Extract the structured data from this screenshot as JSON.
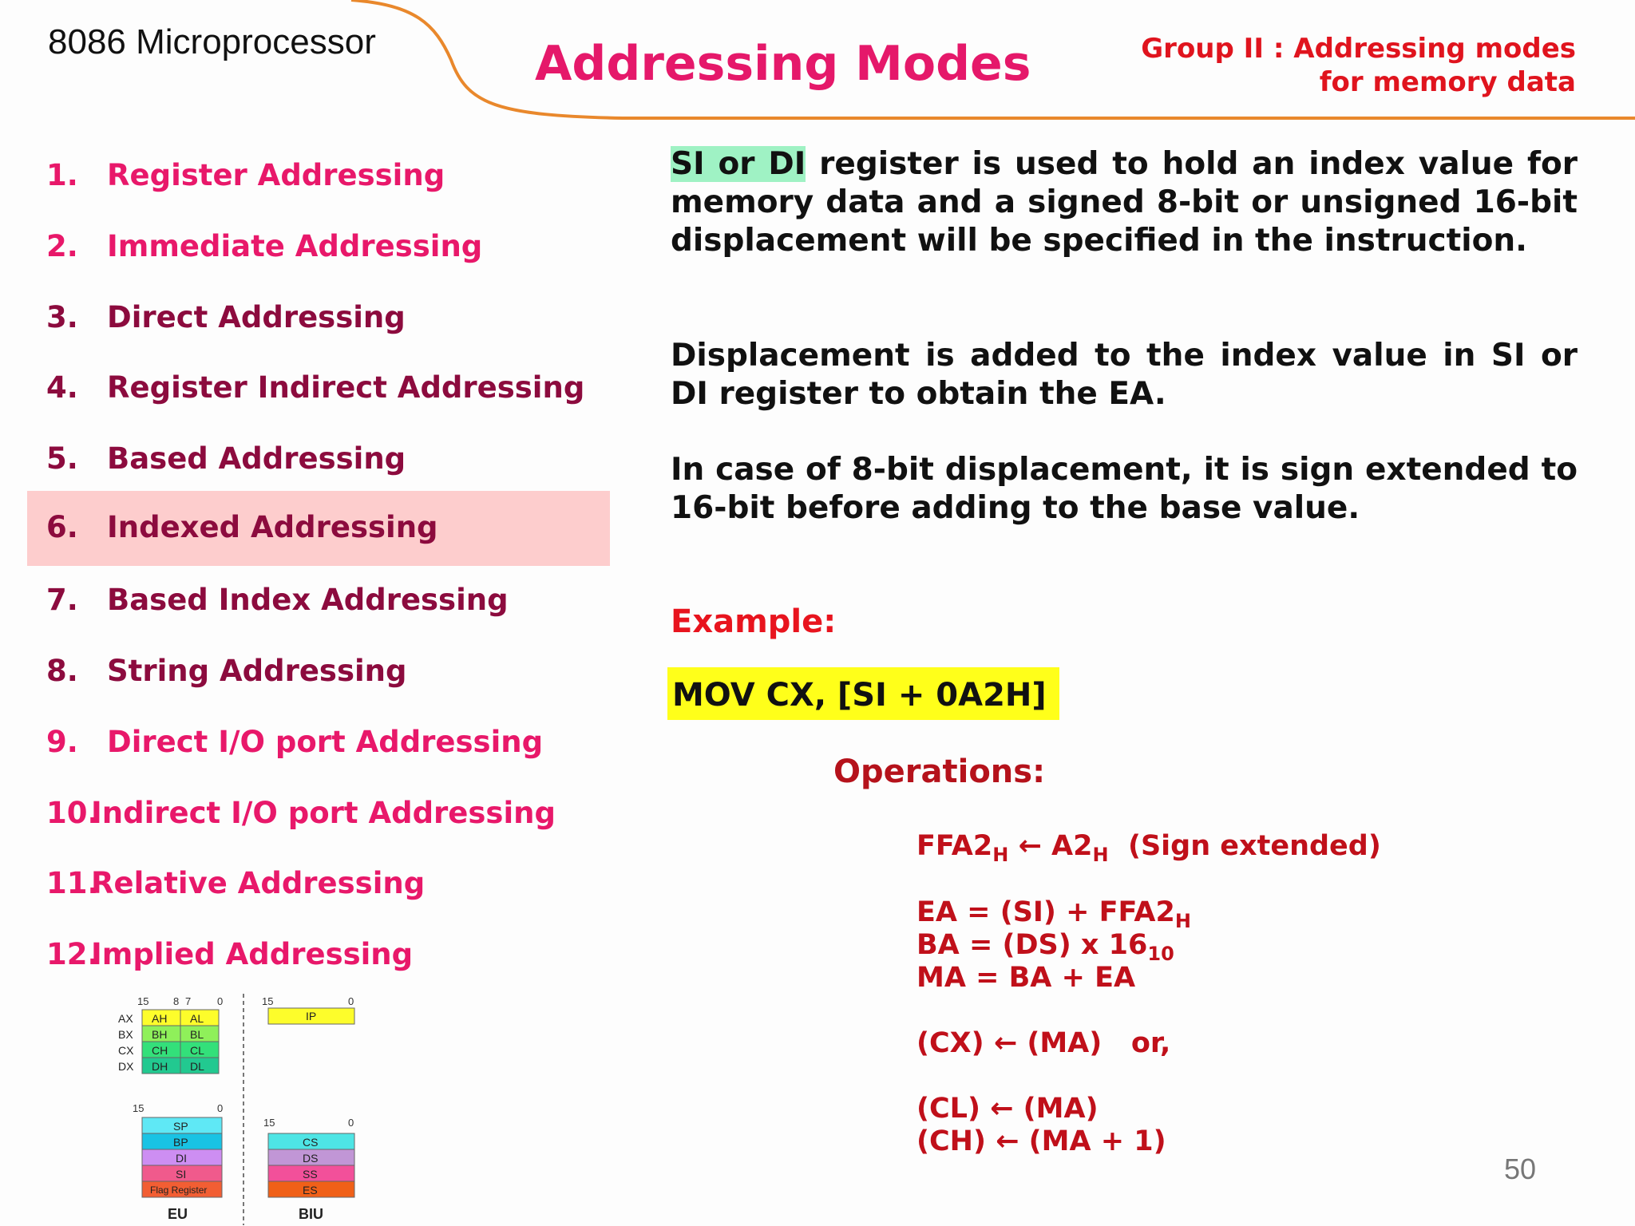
{
  "header": {
    "course_title": "8086 Microprocessor",
    "slide_title": "Addressing Modes",
    "group_line1": "Group II : Addressing modes",
    "group_line2": "for memory data"
  },
  "nav": {
    "items": [
      {
        "num": "1.",
        "label": "Register Addressing"
      },
      {
        "num": "2.",
        "label": "Immediate Addressing"
      },
      {
        "num": "3.",
        "label": "Direct Addressing"
      },
      {
        "num": "4.",
        "label": "Register Indirect Addressing"
      },
      {
        "num": "5.",
        "label": "Based Addressing"
      },
      {
        "num": "6.",
        "label": "Indexed Addressing"
      },
      {
        "num": "7.",
        "label": "Based Index Addressing"
      },
      {
        "num": "8.",
        "label": "String Addressing"
      },
      {
        "num": "9.",
        "label": "Direct I/O port Addressing"
      },
      {
        "num": "10.",
        "label": "Indirect I/O port Addressing"
      },
      {
        "num": "11.",
        "label": "Relative Addressing"
      },
      {
        "num": "12.",
        "label": "Implied Addressing"
      }
    ],
    "active_index": 6
  },
  "content": {
    "p1_highlight": "SI or DI",
    "p1_rest": " register is used to hold an index value for memory data and a signed 8-bit or unsigned 16-bit displacement will be specified in the instruction.",
    "p2": "Displacement is added to the index value in SI or DI register to obtain the EA.",
    "p3": "In case of 8-bit displacement, it is sign extended to 16-bit before adding to the base value.",
    "example_label": "Example:",
    "example_code": "MOV CX, [SI + 0A2H]",
    "operations_label": "Operations:",
    "ops": {
      "l1a": "FFA2",
      "l1b": "H",
      "l1c": " ← A2",
      "l1d": "H",
      "l1e": "  (Sign extended)",
      "l2a": "EA = (SI) + FFA2",
      "l2b": "H",
      "l3a": "BA = (DS) x 16",
      "l3b": "10",
      "l4": "MA = BA + EA",
      "l5": "(CX) ← (MA)   or,",
      "l6": "(CL) ← (MA)",
      "l7": "(CH) ← (MA + 1)"
    }
  },
  "diagram": {
    "gen_regs": [
      "AX",
      "BX",
      "CX",
      "DX"
    ],
    "high_bytes": [
      "AH",
      "BH",
      "CH",
      "DH"
    ],
    "low_bytes": [
      "AL",
      "BL",
      "CL",
      "DL"
    ],
    "bits_gen": {
      "b15": "15",
      "b8": "8",
      "b7": "7",
      "b0": "0"
    },
    "ip": "IP",
    "eu_regs": [
      "SP",
      "BP",
      "DI",
      "SI",
      "Flag Register"
    ],
    "biu_regs": [
      "CS",
      "DS",
      "SS",
      "ES"
    ],
    "bit15": "15",
    "bit0": "0",
    "eu_label": "EU",
    "biu_label": "BIU",
    "colors": {
      "gen": [
        "#fdfd2b",
        "#8ff05a",
        "#33e07a",
        "#22c990"
      ],
      "ip": "#fdfd2b",
      "eu": [
        "#5fe8f5",
        "#19c3e4",
        "#cd8ef2",
        "#f05a8c",
        "#f25e33"
      ],
      "biu": [
        "#4ee5e5",
        "#c196d6",
        "#f2509a",
        "#f06018"
      ]
    }
  },
  "page_number": "50",
  "colors": {
    "accent_pink": "#e5186a",
    "nav_pink": "#e8186a",
    "nav_maroon": "#8c0b3e",
    "active_bg": "#fdcdcd",
    "highlight_yellow": "#ffff1a",
    "highlight_green": "#9ff2c4",
    "example_red": "#e8141e",
    "operations_red": "#c0101a",
    "curve_orange": "#e9882c"
  }
}
